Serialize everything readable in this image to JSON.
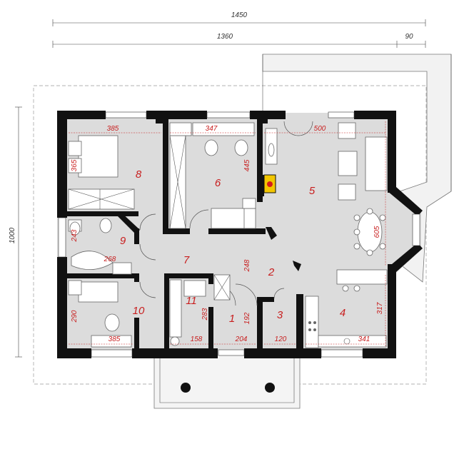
{
  "plan": {
    "overall_dims": {
      "total_width": "1450",
      "inner_width": "1360",
      "extension": "90",
      "total_depth": "1000"
    },
    "rooms": [
      {
        "number": "1"
      },
      {
        "number": "2"
      },
      {
        "number": "3"
      },
      {
        "number": "4"
      },
      {
        "number": "5"
      },
      {
        "number": "6"
      },
      {
        "number": "7"
      },
      {
        "number": "8"
      },
      {
        "number": "9"
      },
      {
        "number": "10"
      },
      {
        "number": "11"
      }
    ],
    "room_dims": {
      "d385_top": "385",
      "d347": "347",
      "d500": "500",
      "d365": "365",
      "d445": "445",
      "d243": "243",
      "d268": "268",
      "d605": "605",
      "d248": "248",
      "d290": "290",
      "d283": "283",
      "d192": "192",
      "d317": "317",
      "d385_bottom": "385",
      "d158": "158",
      "d204": "204",
      "d120": "120",
      "d341": "341"
    }
  }
}
